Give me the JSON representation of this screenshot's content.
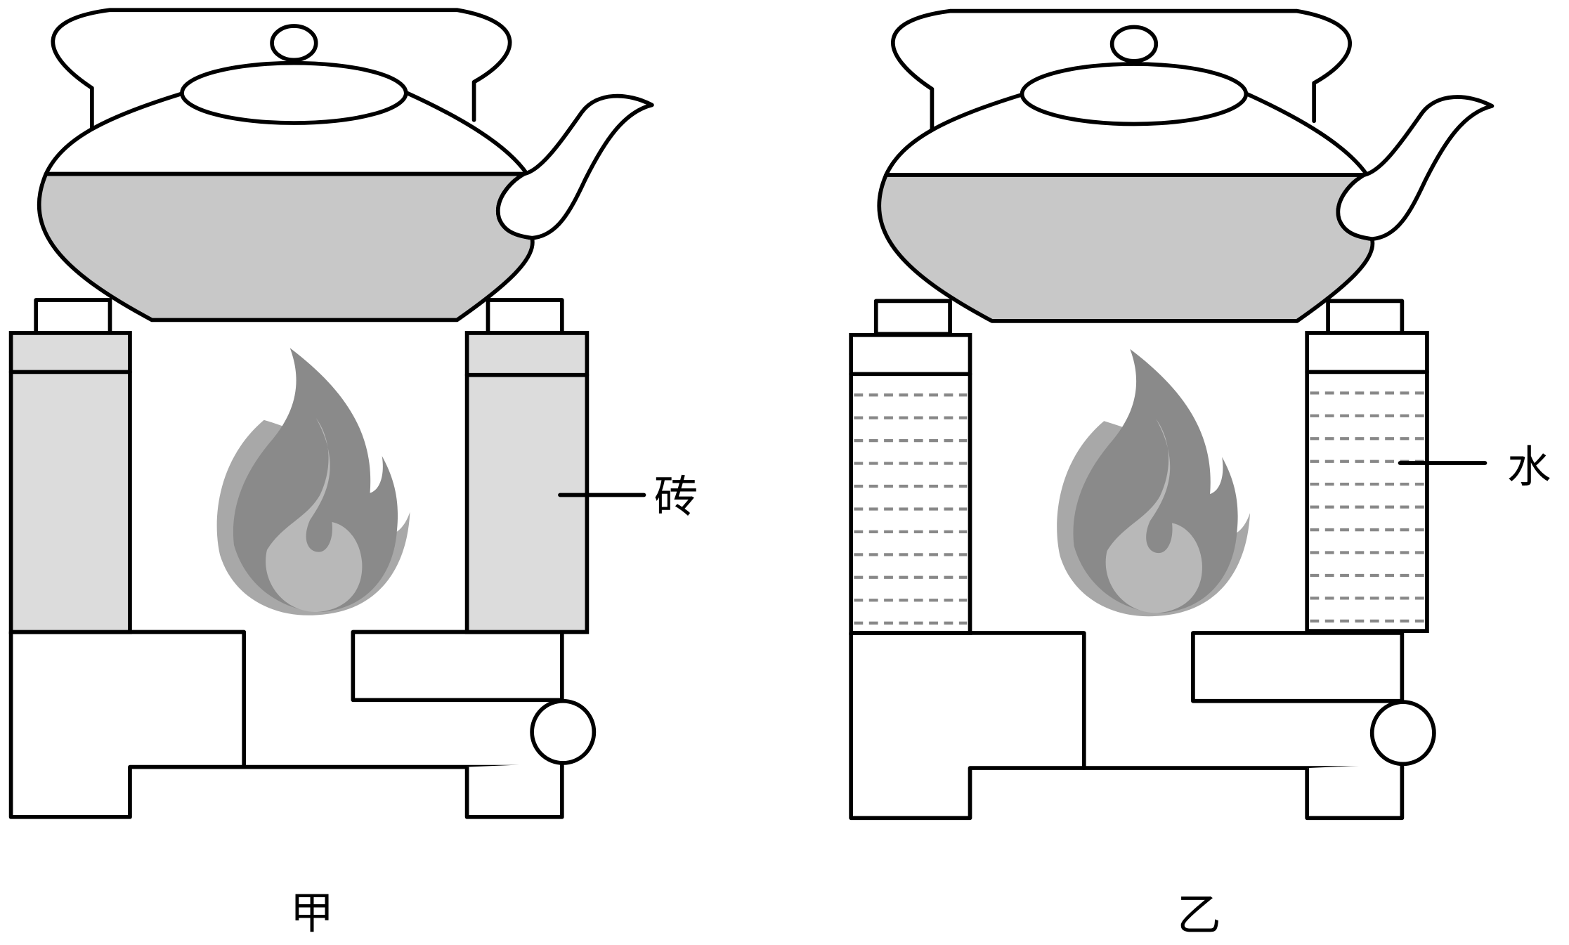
{
  "labels": {
    "left_caption": "甲",
    "right_caption": "乙",
    "left_pointer": "砖",
    "right_pointer": "水"
  },
  "colors": {
    "water_in_pot": "#c8c8c8",
    "brick": "#dcdcdc",
    "water_dash": "#888888",
    "flame_outer": "#a8a8a8",
    "flame_middle": "#8a8a8a",
    "flame_inner": "#b8b8b8"
  }
}
